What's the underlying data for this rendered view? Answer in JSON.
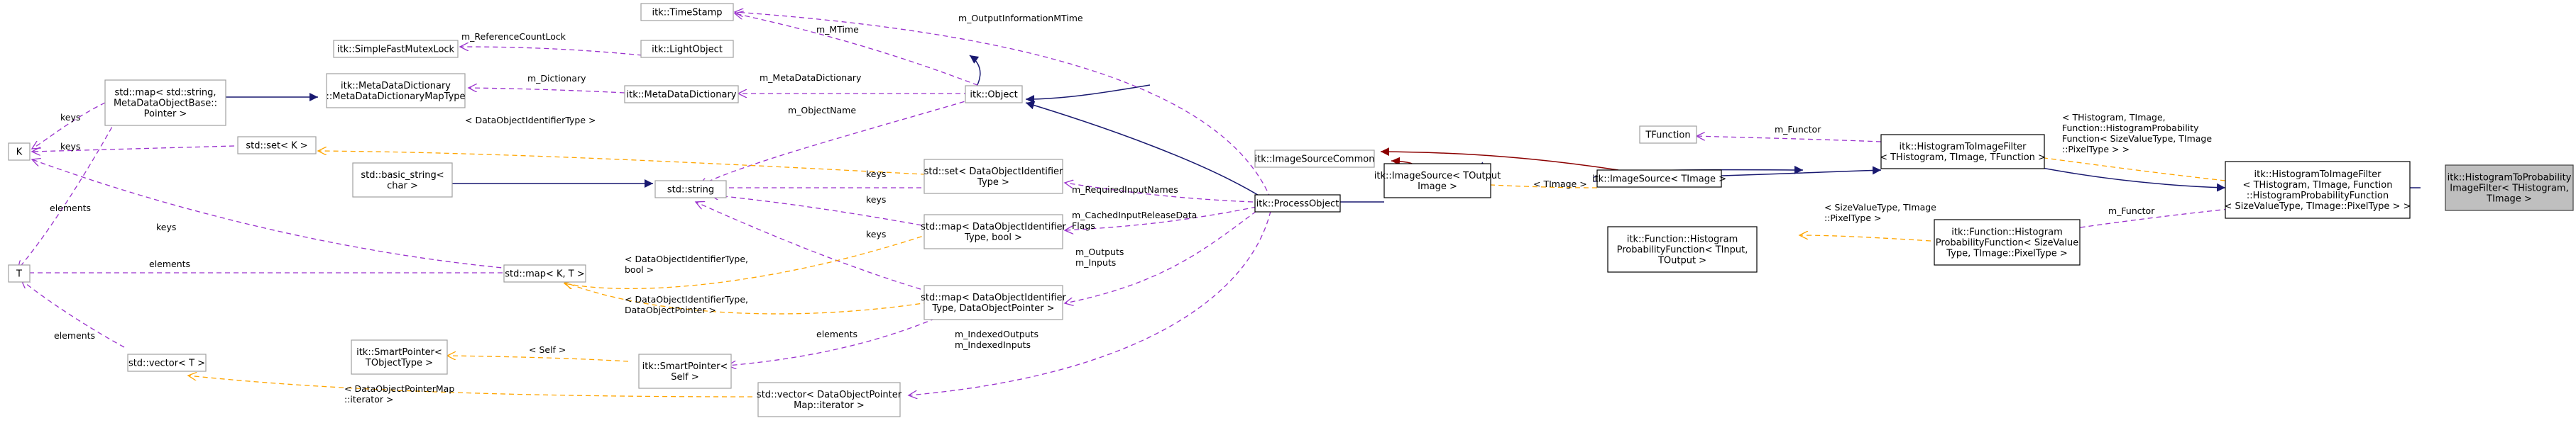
{
  "nodes": {
    "TimeStamp": [
      "itk::TimeStamp"
    ],
    "SimpleFastMutexLock": [
      "itk::SimpleFastMutexLock"
    ],
    "LightObject": [
      "itk::LightObject"
    ],
    "MapStringMeta": [
      "std::map< std::string,",
      "MetaDataObjectBase::",
      "Pointer >"
    ],
    "MetaDataDictionaryMapType": [
      "itk::MetaDataDictionary",
      "::MetaDataDictionaryMapType"
    ],
    "MetaDataDictionary": [
      "itk::MetaDataDictionary"
    ],
    "Object": [
      "itk::Object"
    ],
    "K": [
      "K"
    ],
    "SetK": [
      "std::set< K >"
    ],
    "BasicString": [
      "std::basic_string<",
      "char >"
    ],
    "StdString": [
      "std::string"
    ],
    "SetDOI": [
      "std::set< DataObjectIdentifier",
      "Type >"
    ],
    "MapDOIBool": [
      "std::map< DataObjectIdentifier",
      "Type, bool >"
    ],
    "T": [
      "T"
    ],
    "MapKT": [
      "std::map< K, T >"
    ],
    "MapDOIPtr": [
      "std::map< DataObjectIdentifier",
      "Type, DataObjectPointer >"
    ],
    "SmartPtrTObject": [
      "itk::SmartPointer<",
      "TObjectType >"
    ],
    "SmartPtrSelf": [
      "itk::SmartPointer<",
      "Self >"
    ],
    "VectorT": [
      "std::vector< T >"
    ],
    "VectorDOP": [
      "std::vector< DataObjectPointer",
      "Map::iterator >"
    ],
    "ProcessObject": [
      "itk::ProcessObject"
    ],
    "ImageSourceCommon": [
      "itk::ImageSourceCommon"
    ],
    "ImageSourceTOutput": [
      "itk::ImageSource< TOutput",
      "Image >"
    ],
    "ImageSourceTImage": [
      "itk::ImageSource< TImage >"
    ],
    "TFunction": [
      "TFunction"
    ],
    "HistToImageFilterT": [
      "itk::HistogramToImageFilter",
      "< THistogram, TImage, TFunction >"
    ],
    "HistProbFuncTInput": [
      "itk::Function::Histogram",
      "ProbabilityFunction< TInput,",
      "TOutput >"
    ],
    "HistProbFuncSize": [
      "itk::Function::Histogram",
      "ProbabilityFunction< SizeValue",
      "Type, TImage::PixelType >"
    ],
    "HistToImageFilterInst": [
      "itk::HistogramToImageFilter",
      "< THistogram, TImage, Function",
      "::HistogramProbabilityFunction",
      "< SizeValueType, TImage::PixelType > >"
    ],
    "HistToProbFilter": [
      "itk::HistogramToProbability",
      "ImageFilter< THistogram,",
      "TImage >"
    ]
  },
  "labels": {
    "m_OutputInformationMTime": [
      "m_OutputInformationMTime"
    ],
    "m_MTime": [
      "m_MTime"
    ],
    "m_ReferenceCountLock": [
      "m_ReferenceCountLock"
    ],
    "m_Dictionary_1": [
      "m_Dictionary"
    ],
    "m_MetaDataDictionary": [
      "m_MetaDataDictionary"
    ],
    "m_ObjectName": [
      "m_ObjectName"
    ],
    "keys_map": [
      "keys"
    ],
    "keys_set": [
      "keys"
    ],
    "elements_map": [
      "elements"
    ],
    "doi_type": [
      "< DataObjectIdentifierType >"
    ],
    "keys_1": [
      "keys"
    ],
    "keys_2": [
      "keys"
    ],
    "keys_3": [
      "keys"
    ],
    "keys_4": [
      "keys"
    ],
    "elements_2": [
      "elements"
    ],
    "elements_3": [
      "elements"
    ],
    "elements_4": [
      "elements"
    ],
    "doi_bool": [
      "< DataObjectIdentifierType,",
      "bool >"
    ],
    "doi_ptr": [
      "< DataObjectIdentifierType,",
      "DataObjectPointer >"
    ],
    "self": [
      "< Self >"
    ],
    "dopm_iter": [
      "< DataObjectPointerMap",
      "::iterator >"
    ],
    "m_RequiredInputNames": [
      "m_RequiredInputNames"
    ],
    "m_CachedInputReleaseDataFlags": [
      "m_CachedInputReleaseData",
      "Flags"
    ],
    "m_Outputs_Inputs": [
      "m_Outputs",
      "m_Inputs"
    ],
    "m_IndexedOutputs_Inputs": [
      "m_IndexedOutputs",
      "m_IndexedInputs"
    ],
    "timage": [
      "< TImage >"
    ],
    "m_Functor_1": [
      "m_Functor"
    ],
    "m_Functor_2": [
      "m_Functor"
    ],
    "size_value_type": [
      "< SizeValueType, TImage",
      "::PixelType >"
    ],
    "hist_tpl": [
      "< THistogram, TImage,",
      "Function::HistogramProbability",
      "Function< SizeValueType, TImage",
      "::PixelType > >"
    ]
  }
}
